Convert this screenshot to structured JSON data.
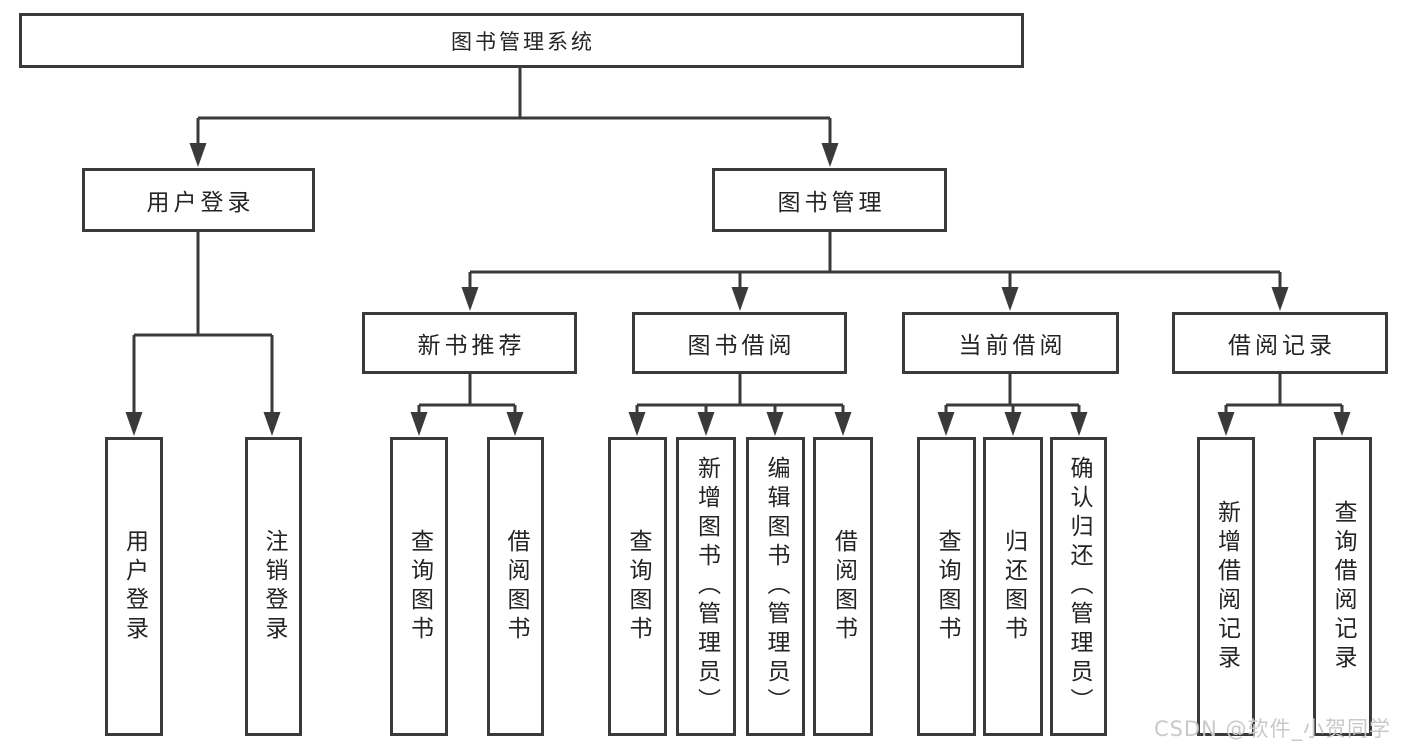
{
  "diagram": {
    "title": "图书管理系统",
    "nodes": {
      "root": {
        "label": "图书管理系统"
      },
      "level2": {
        "user_login": {
          "label": "用户登录"
        },
        "book_management": {
          "label": "图书管理"
        }
      },
      "level3": {
        "new_book_recommend": {
          "label": "新书推荐"
        },
        "book_borrow": {
          "label": "图书借阅"
        },
        "current_borrow": {
          "label": "当前借阅"
        },
        "borrow_records": {
          "label": "借阅记录"
        }
      },
      "leaves": {
        "user_login_leaf": {
          "label": "用户登录"
        },
        "logout": {
          "label": "注销登录"
        },
        "query_books_a": {
          "label": "查询图书"
        },
        "borrow_books_a": {
          "label": "借阅图书"
        },
        "query_books_b": {
          "label": "查询图书"
        },
        "add_book": {
          "label": "新增图书（管理员）"
        },
        "edit_book": {
          "label": "编辑图书（管理员）"
        },
        "borrow_books_b": {
          "label": "借阅图书"
        },
        "query_books_c": {
          "label": "查询图书"
        },
        "return_book": {
          "label": "归还图书"
        },
        "confirm_return": {
          "label": "确认归还（管理员）"
        },
        "add_borrow_record": {
          "label": "新增借阅记录"
        },
        "query_borrow_record": {
          "label": "查询借阅记录"
        }
      }
    },
    "colors": {
      "line": "#3a3a3c",
      "text": "#242424",
      "background": "#ffffff"
    }
  },
  "watermark": {
    "text": "CSDN @软件_小贺同学"
  }
}
